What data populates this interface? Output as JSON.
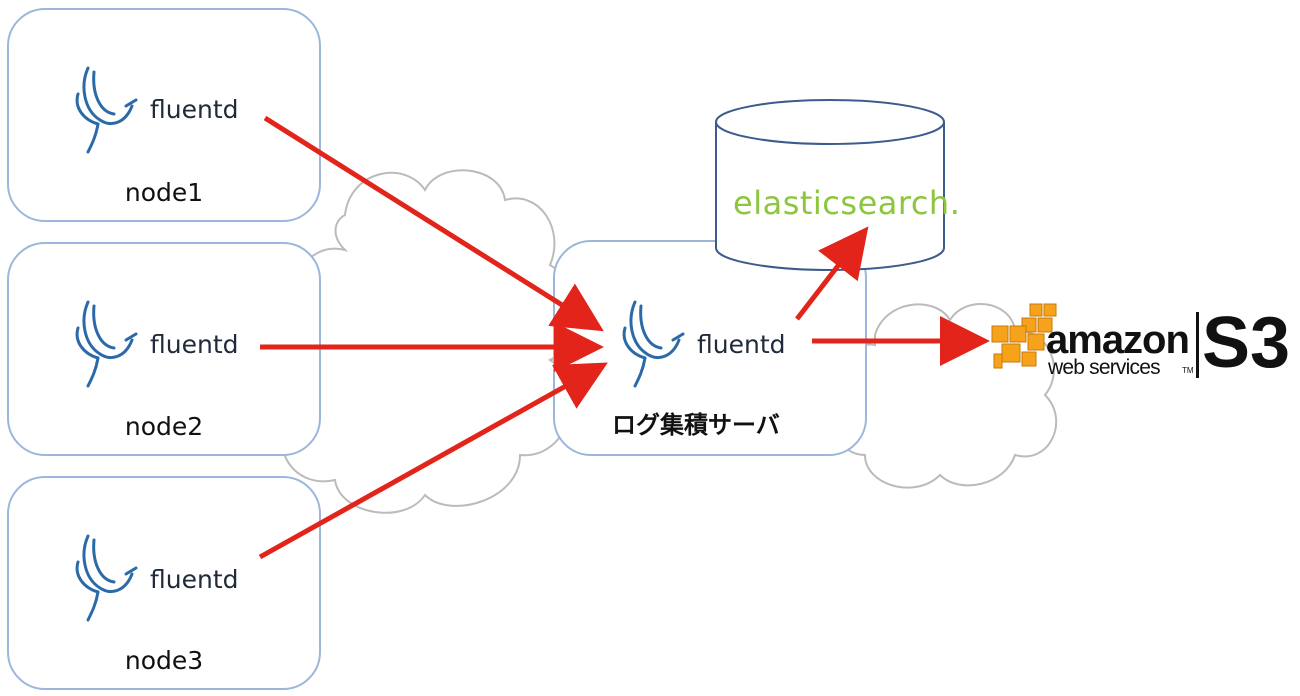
{
  "nodes": [
    {
      "name": "node1",
      "app": "fluentd"
    },
    {
      "name": "node2",
      "app": "fluentd"
    },
    {
      "name": "node3",
      "app": "fluentd"
    }
  ],
  "aggregator": {
    "app": "fluentd",
    "label": "ログ集積サーバ"
  },
  "elasticsearch": {
    "label": "elasticsearch."
  },
  "aws": {
    "amazon": "amazon",
    "webservices": "web services",
    "tm": "TM",
    "service": "S3"
  },
  "colors": {
    "arrow": "#e3241b",
    "box_border": "#9db6db",
    "fluentd_bird": "#2b6aa8",
    "elasticsearch_green": "#8cc63e",
    "aws_orange": "#f7a21b"
  },
  "icons": [
    "fluentd-bird-icon",
    "aws-cubes-icon",
    "database-cylinder-icon",
    "network-cloud-icon"
  ]
}
